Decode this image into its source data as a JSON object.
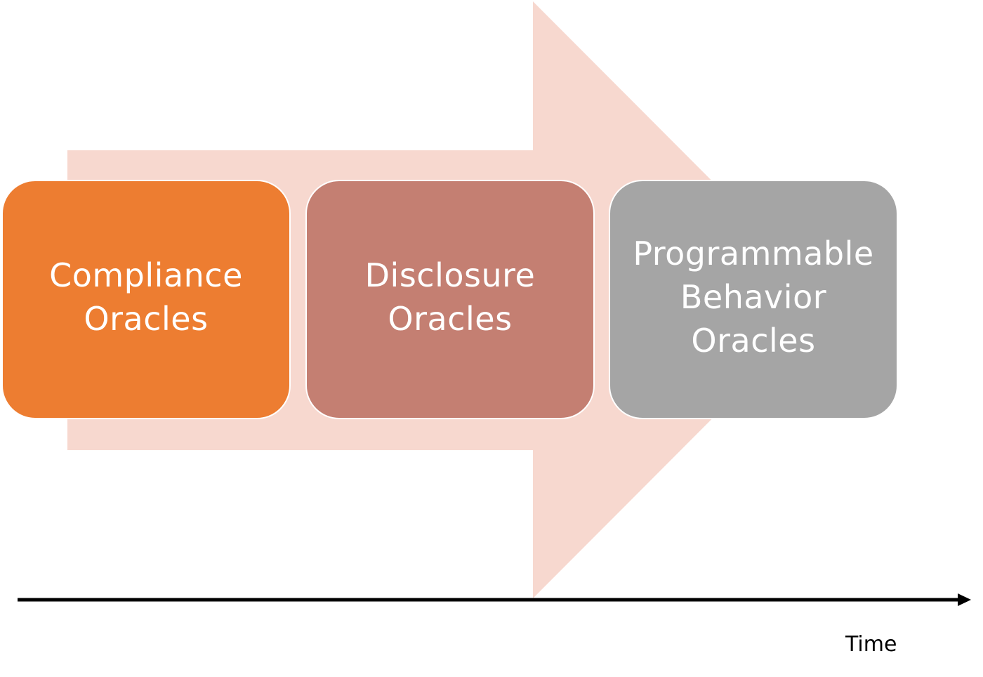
{
  "colors": {
    "arrow_fill": "#f7d8cf",
    "compliance": "#ed7d31",
    "disclosure": "#c47f72",
    "programmable": "#a5a5a5",
    "text": "#ffffff",
    "axis": "#000000"
  },
  "stages": [
    {
      "label": "Compliance\nOracles"
    },
    {
      "label": "Disclosure\nOracles"
    },
    {
      "label": "Programmable\nBehavior\nOracles"
    }
  ],
  "axis": {
    "label": "Time"
  }
}
